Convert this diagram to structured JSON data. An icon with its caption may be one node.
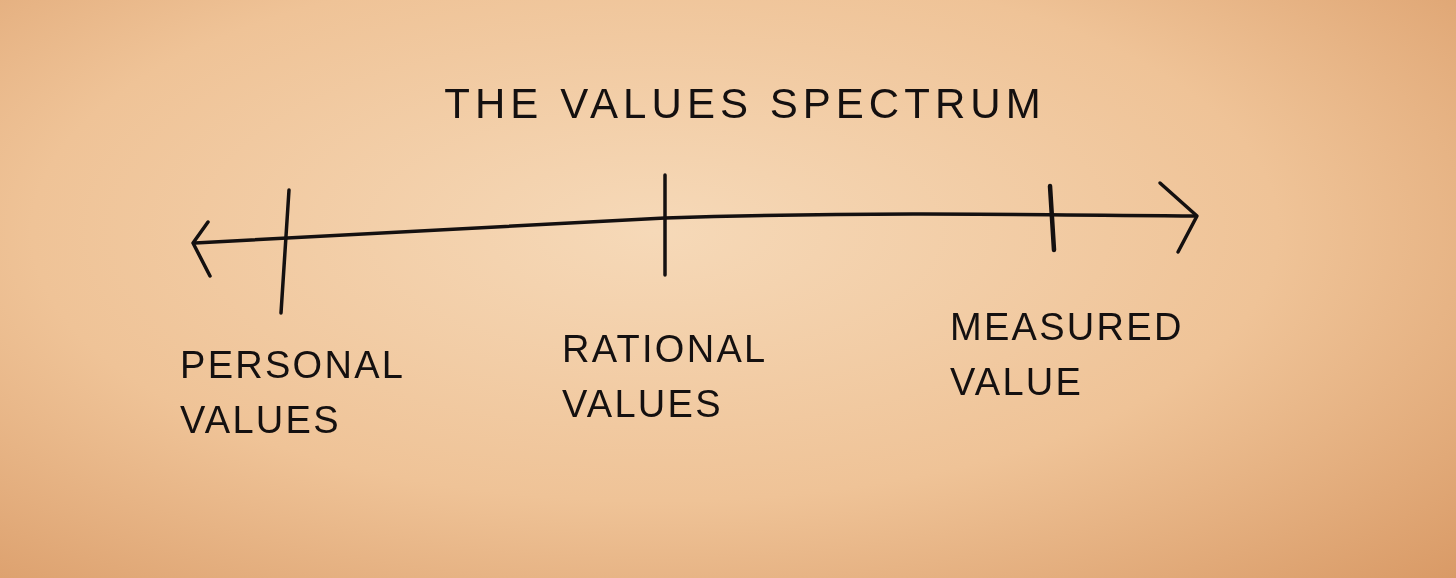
{
  "diagram": {
    "title": "THE VALUES SPECTRUM",
    "labels": [
      "PERSONAL VALUES",
      "RATIONAL VALUES",
      "MEASURED VALUE"
    ]
  }
}
